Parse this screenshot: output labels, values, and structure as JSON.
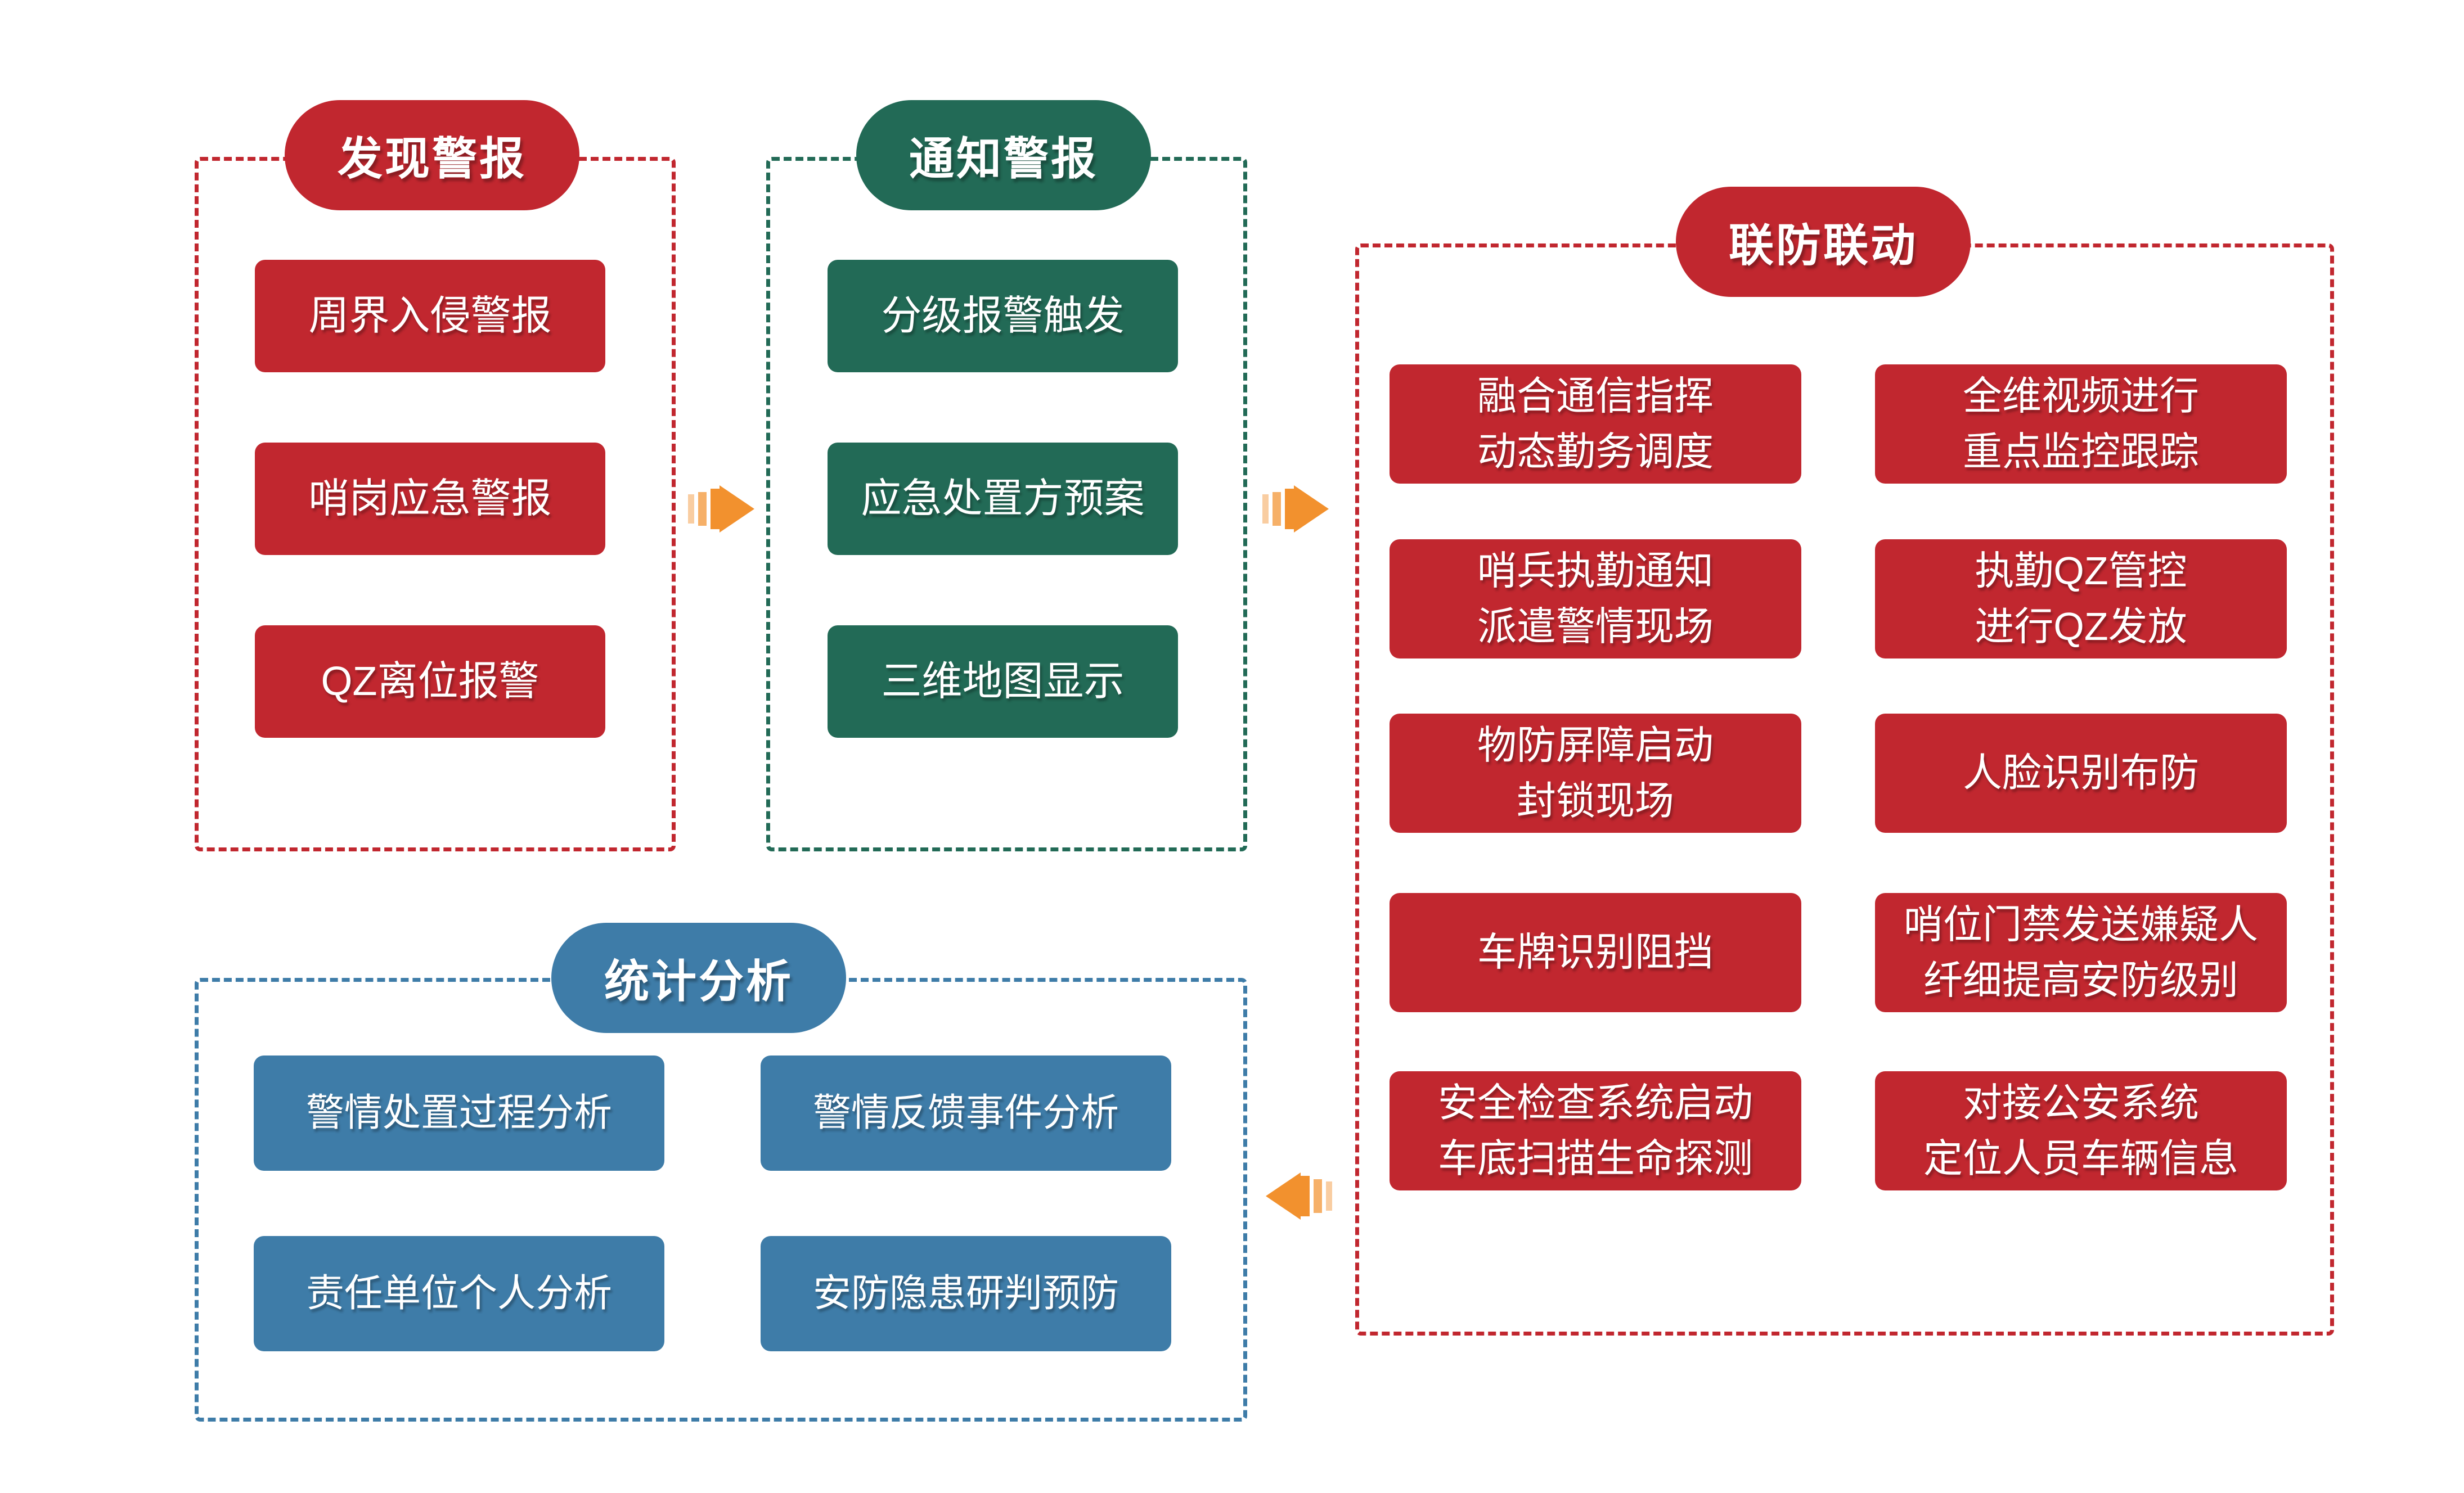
{
  "diagram": {
    "background": "#ffffff",
    "colors": {
      "red": "#C1272F",
      "green": "#226A56",
      "blue": "#3E7CA8",
      "orange": "#F2912E",
      "box_text": "#ffffff"
    },
    "sections": {
      "discover": {
        "title": "发现警报",
        "boxes": [
          "周界入侵警报",
          "哨岗应急警报",
          "QZ离位报警"
        ]
      },
      "notify": {
        "title": "通知警报",
        "boxes": [
          "分级报警触发",
          "应急处置方预案",
          "三维地图显示"
        ]
      },
      "linkage": {
        "title": "联防联动",
        "left_boxes": [
          "融合通信指挥\n动态勤务调度",
          "哨兵执勤通知\n派遣警情现场",
          "物防屏障启动\n封锁现场",
          "车牌识别阻挡",
          "安全检查系统启动\n车底扫描生命探测"
        ],
        "right_boxes": [
          "全维视频进行\n重点监控跟踪",
          "执勤QZ管控\n进行QZ发放",
          "人脸识别布防",
          "哨位门禁发送嫌疑人\n纤细提高安防级别",
          "对接公安系统\n定位人员车辆信息"
        ]
      },
      "stats": {
        "title": "统计分析",
        "boxes": [
          "警情处置过程分析",
          "警情反馈事件分析",
          "责任单位个人分析",
          "安防隐患研判预防"
        ]
      }
    },
    "arrows": [
      {
        "name": "arrow-discover-to-notify",
        "direction": "right"
      },
      {
        "name": "arrow-notify-to-linkage",
        "direction": "right"
      },
      {
        "name": "arrow-linkage-to-stats",
        "direction": "left"
      }
    ]
  }
}
